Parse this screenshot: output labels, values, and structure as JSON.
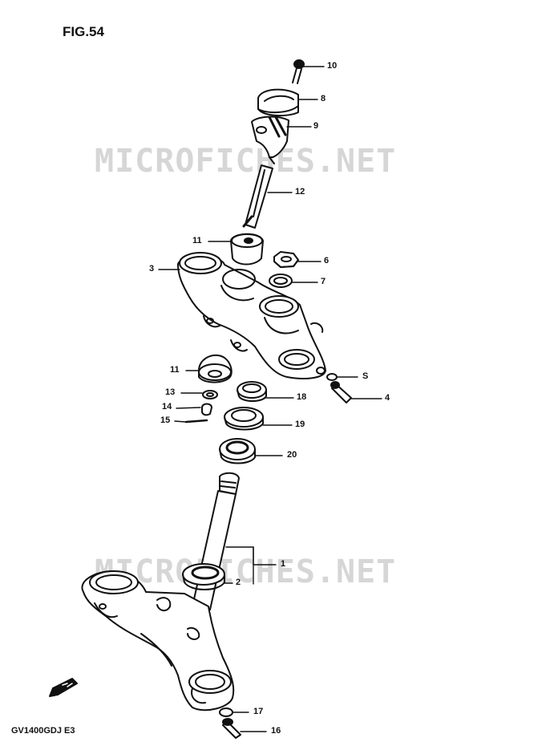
{
  "figure": {
    "title": "FIG.54",
    "model_code": "GV1400GDJ  E3",
    "watermark": "MICROFICHES.NET"
  },
  "callouts": [
    "10",
    "8",
    "9",
    "12",
    "11",
    "3",
    "6",
    "7",
    "11",
    "S",
    "4",
    "13",
    "18",
    "14",
    "15",
    "19",
    "20",
    "1",
    "2",
    "17",
    "16"
  ],
  "icons": {
    "direction_arrow": "direction-arrow-icon"
  }
}
